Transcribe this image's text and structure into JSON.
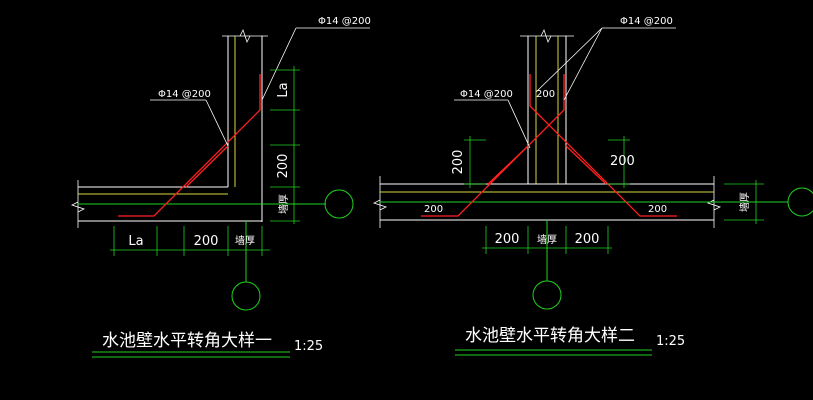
{
  "detail1": {
    "title": "水池壁水平转角大样一",
    "scale": "1:25",
    "rebar_label_a": "Φ14 @200",
    "rebar_label_b": "Φ14 @200",
    "dim_la_right": "La",
    "dim_200_right": "200",
    "dim_wall_right": "墙厚",
    "dim_la_bottom": "La",
    "dim_200_bottom": "200",
    "dim_wall_bottom": "墙厚"
  },
  "detail2": {
    "title": "水池壁水平转角大样二",
    "scale": "1:25",
    "rebar_label_a": "Φ14 @200",
    "rebar_label_b": "Φ14 @200",
    "dim_200_top": "200",
    "dim_200_left": "200",
    "dim_200_right": "200",
    "dim_200_inner_left": "200",
    "dim_200_inner_right": "200",
    "dim_200_bottom_left": "200",
    "dim_wall_bottom": "墙厚",
    "dim_200_bottom_right": "200",
    "dim_wall_right": "墙厚"
  }
}
